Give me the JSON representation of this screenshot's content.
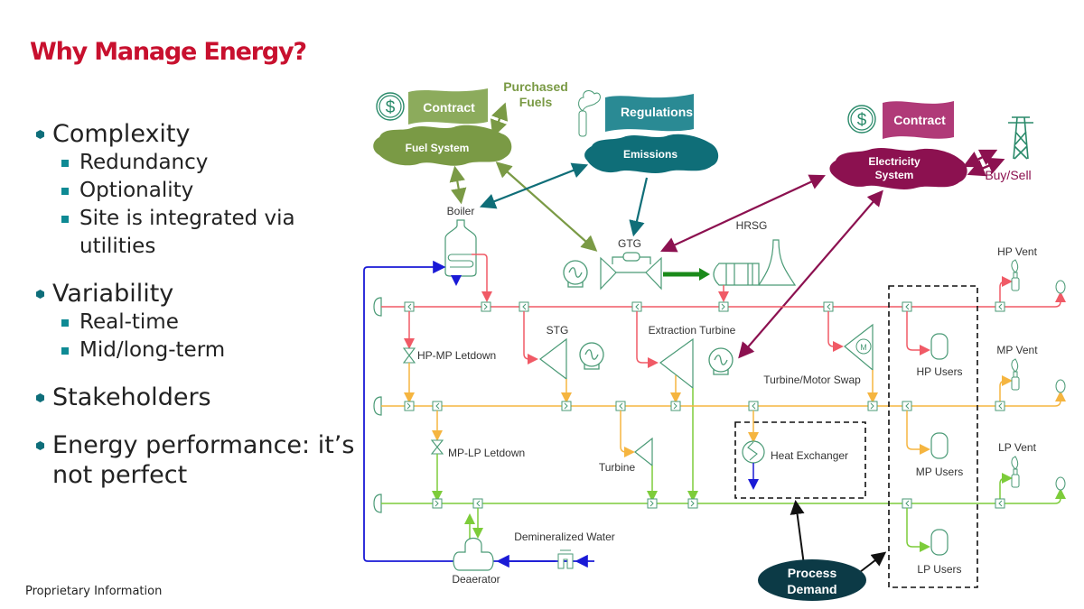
{
  "slide": {
    "title": "Why Manage Energy?",
    "footer": "Proprietary Information",
    "bullets": [
      {
        "text": "Complexity",
        "sub": [
          "Redundancy",
          "Optionality",
          "Site is integrated via utilities"
        ]
      },
      {
        "text": "Variability",
        "sub": [
          "Real-time",
          "Mid/long-term"
        ]
      },
      {
        "text": "Stakeholders",
        "sub": []
      },
      {
        "text": "Energy performance: it’s not perfect",
        "sub": []
      }
    ]
  },
  "diagram": {
    "colors": {
      "fuel": "#7a9a45",
      "fuel_light": "#8cab5c",
      "emissions": "#0f6e78",
      "regulations": "#2a8a94",
      "electricity": "#8c1150",
      "electricity_flag": "#b03a78",
      "hp_steam": "#f05a66",
      "mp_steam": "#f5b540",
      "lp_steam": "#7dcc3a",
      "water": "#1a1ad6",
      "equipment": "#4a9a76",
      "gtg_arrow": "#1a8a1a",
      "process_demand": "#0c3a46",
      "dashed": "#111111"
    },
    "labels": {
      "contract_fuel": "Contract",
      "purchased_fuels": "Purchased Fuels",
      "fuel_system": "Fuel System",
      "regulations": "Regulations",
      "emissions": "Emissions",
      "contract_elec": "Contract",
      "electricity_system_1": "Electricity",
      "electricity_system_2": "System",
      "buy_sell": "Buy/Sell",
      "boiler": "Boiler",
      "gtg": "GTG",
      "hrsg": "HRSG",
      "hp_vent": "HP Vent",
      "mp_vent": "MP Vent",
      "lp_vent": "LP Vent",
      "stg": "STG",
      "extraction_turbine": "Extraction Turbine",
      "hp_mp_letdown": "HP-MP Letdown",
      "mp_lp_letdown": "MP-LP Letdown",
      "turbine_motor_swap": "Turbine/Motor Swap",
      "hp_users": "HP Users",
      "mp_users": "MP Users",
      "lp_users": "LP Users",
      "heat_exchanger": "Heat Exchanger",
      "turbine": "Turbine",
      "demineralized_water": "Demineralized Water",
      "deaerator": "Deaerator",
      "process_demand_1": "Process",
      "process_demand_2": "Demand"
    }
  }
}
